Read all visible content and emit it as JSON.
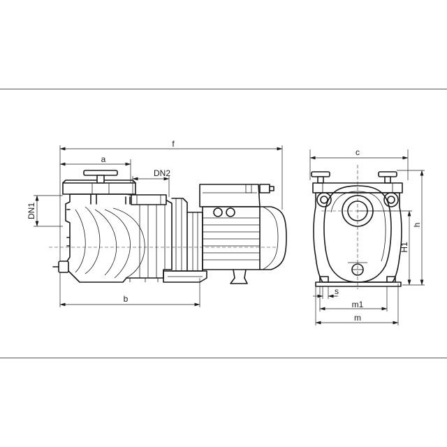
{
  "labels": {
    "f": "f",
    "a": "a",
    "dn2": "DN2",
    "dn1": "DN1",
    "b": "b",
    "c": "c",
    "h": "h",
    "h1": "H1",
    "s": "s",
    "m1": "m1",
    "m": "m"
  },
  "colors": {
    "line": "#1a1a1a",
    "background": "#ffffff",
    "frame": "#555555"
  }
}
